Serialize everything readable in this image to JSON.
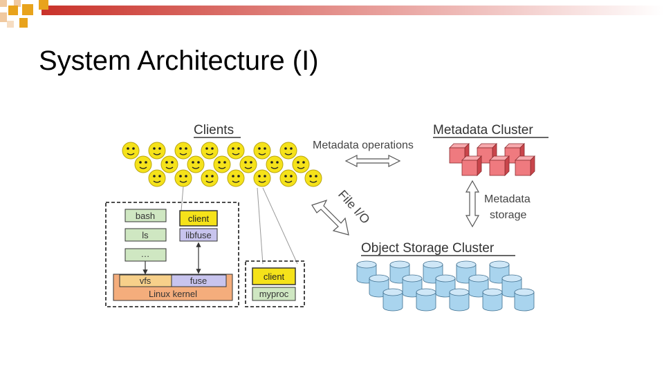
{
  "slide": {
    "title": "System Architecture (I)"
  },
  "diagram": {
    "clients_label": "Clients",
    "metadata_cluster_label": "Metadata Cluster",
    "metadata_operations_label": "Metadata operations",
    "metadata_storage_label_line1": "Metadata",
    "metadata_storage_label_line2": "storage",
    "file_io_label": "File I/O",
    "object_storage_label": "Object Storage Cluster",
    "host": {
      "bash": "bash",
      "ls": "ls",
      "ellipsis": "…",
      "client": "client",
      "libfuse": "libfuse",
      "vfs": "vfs",
      "fuse": "fuse",
      "kernel": "Linux kernel"
    },
    "app": {
      "client": "client",
      "myproc": "myproc"
    }
  },
  "colors": {
    "accent_orange": "#e8a31c",
    "accent_red": "#c9322a",
    "smiley_yellow": "#f5e21a",
    "metadata_cube": "#ef7a7f",
    "storage_cylinder": "#a9d4ee",
    "kernel_box": "#f4ad7c",
    "vfs_box": "#f7d08a",
    "fuse_box": "#c8c4ee"
  }
}
